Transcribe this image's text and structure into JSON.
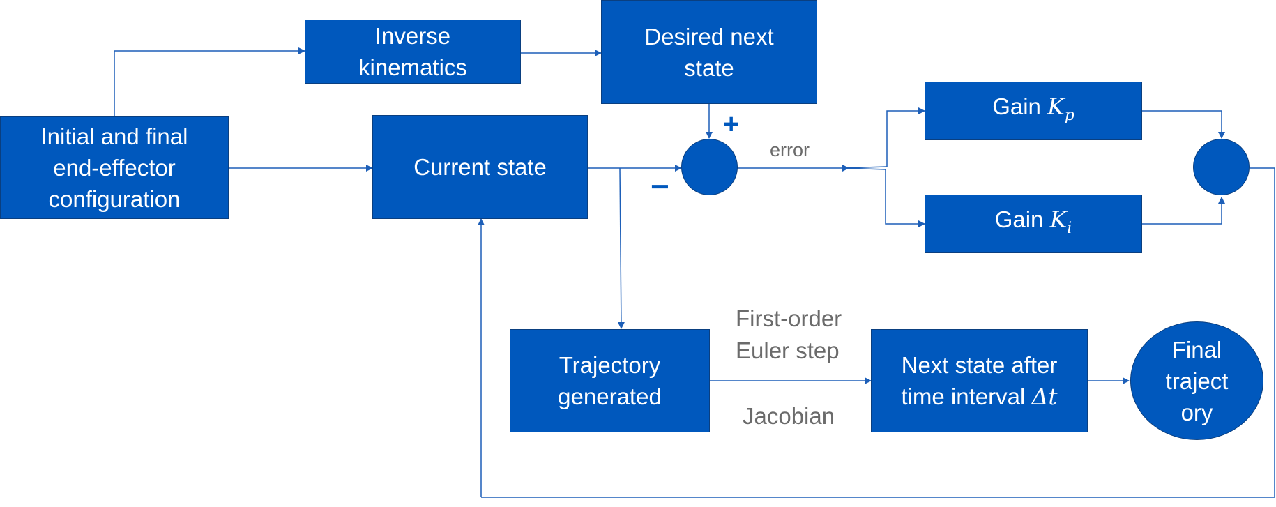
{
  "blocks": {
    "initial": "Initial and final\nend-effector\nconfiguration",
    "inverse_kinematics": "Inverse\nkinematics",
    "desired_next_state": "Desired next\nstate",
    "current_state": "Current state",
    "gain_p": {
      "prefix": "Gain ",
      "symbol": "K",
      "subscript": "p"
    },
    "gain_i": {
      "prefix": "Gain ",
      "symbol": "K",
      "subscript": "i"
    },
    "trajectory_generated": "Trajectory\ngenerated",
    "next_state": {
      "text": "Next state after\ntime interval ",
      "symbol": "Δt"
    },
    "final_trajectory": "Final\ntraject\nory"
  },
  "labels": {
    "error": "error",
    "plus": "+",
    "minus": "−",
    "euler": "First-order\nEuler step",
    "jacobian": "Jacobian"
  },
  "colors": {
    "block_fill": "#0058bd",
    "block_border": "#0a3f80",
    "arrow": "#1d5fb8",
    "label_text": "#6b6b6b"
  }
}
